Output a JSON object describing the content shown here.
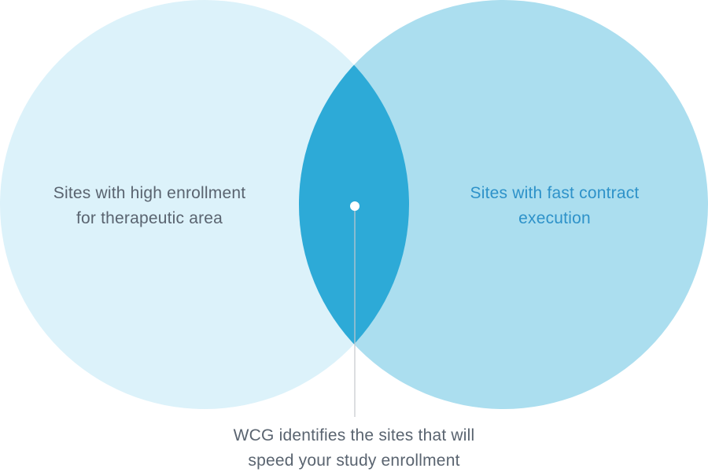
{
  "diagram": {
    "left_circle": {
      "label_lines": [
        "Sites with high enrollment",
        "for therapeutic area"
      ]
    },
    "right_circle": {
      "label_lines": [
        "Sites with  fast contract",
        "execution"
      ]
    },
    "intersection": {
      "callout_lines": [
        "WCG identifies the sites that will",
        "speed your study enrollment"
      ]
    }
  },
  "colors": {
    "left_fill": "#dcf2fa",
    "right_fill": "#abdeef",
    "overlap_fill": "#2daad7",
    "left_text": "#5a6470",
    "right_text": "#2e92c9",
    "bottom_text": "#5a6470",
    "leader_line": "#c4c9cd"
  }
}
